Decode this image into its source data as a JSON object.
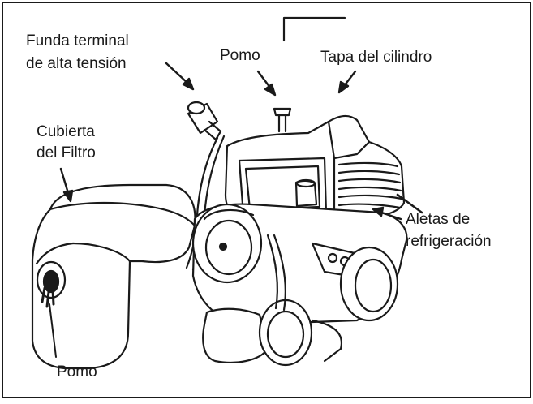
{
  "labels": {
    "funda_line1": "Funda terminal",
    "funda_line2": "de alta tensión",
    "pomo_top": "Pomo",
    "tapa": "Tapa del cilindro",
    "cubierta_line1": "Cubierta",
    "cubierta_line2": "del Filtro",
    "aletas_line1": "Aletas de",
    "aletas_line2": "refrigeración",
    "pomo_bottom": "Pomo"
  },
  "colors": {
    "ink": "#1a1a1a",
    "background": "#ffffff"
  }
}
